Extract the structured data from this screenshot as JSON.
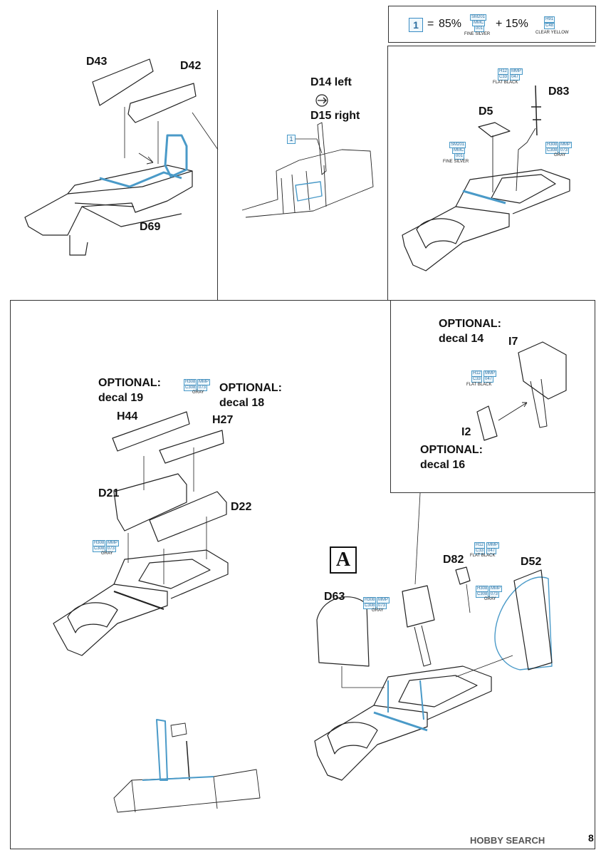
{
  "mix": {
    "ref": "1",
    "eq": "=",
    "pct1": "85%",
    "plus": "+ 15%",
    "c1": {
      "h": "SM201",
      "m": "MMC",
      "n": "001",
      "name": "FINE SILVER"
    },
    "c2": {
      "h": "H91",
      "n": "C48",
      "name": "CLEAR YELLOW"
    }
  },
  "labels": {
    "d43": "D43",
    "d42": "D42",
    "d69": "D69",
    "d14": "D14 left",
    "d15": "D15 right",
    "ref1": "1",
    "d5": "D5",
    "d83": "D83",
    "opt14a": "OPTIONAL:",
    "opt14b": "decal 14",
    "i7": "I7",
    "i2": "I2",
    "opt16a": "OPTIONAL:",
    "opt16b": "decal 16",
    "opt19a": "OPTIONAL:",
    "opt19b": "decal 19",
    "opt18a": "OPTIONAL:",
    "opt18b": "decal 18",
    "h44": "H44",
    "h27": "H27",
    "d21": "D21",
    "d22": "D22",
    "a": "A",
    "d82": "D82",
    "d52": "D52",
    "d63": "D63"
  },
  "paints": {
    "flatblack1": {
      "h": "H12",
      "m": "MMP",
      "c": "C33",
      "n": "047",
      "name": "FLAT BLACK"
    },
    "silver": {
      "h": "SM201",
      "m": "MMC",
      "n": "001",
      "name": "FINE SILVER"
    },
    "gray1": {
      "h": "H308",
      "m": "MMP",
      "c": "C308",
      "n": "073",
      "name": "GRAY"
    },
    "flatblack2": {
      "h": "H12",
      "m": "MMP",
      "c": "C33",
      "n": "047",
      "name": "FLAT BLACK"
    },
    "gray2": {
      "h": "H308",
      "m": "MMP",
      "c": "C308",
      "n": "073",
      "name": "GRAY"
    },
    "gray3": {
      "h": "H308",
      "m": "MMP",
      "c": "C308",
      "n": "073",
      "name": "GRAY"
    },
    "flatblack3": {
      "h": "H12",
      "m": "MMP",
      "c": "C33",
      "n": "047",
      "name": "FLAT BLACK"
    },
    "gray4": {
      "h": "H308",
      "m": "MMP",
      "c": "C308",
      "n": "073",
      "name": "GRAY"
    },
    "gray5": {
      "h": "H308",
      "m": "MMP",
      "c": "C308",
      "n": "073",
      "name": "GRAY"
    }
  },
  "footer": "HOBBY SEARCH",
  "page": "8",
  "colors": {
    "accent": "#4a9ac8",
    "ink": "#111111"
  }
}
